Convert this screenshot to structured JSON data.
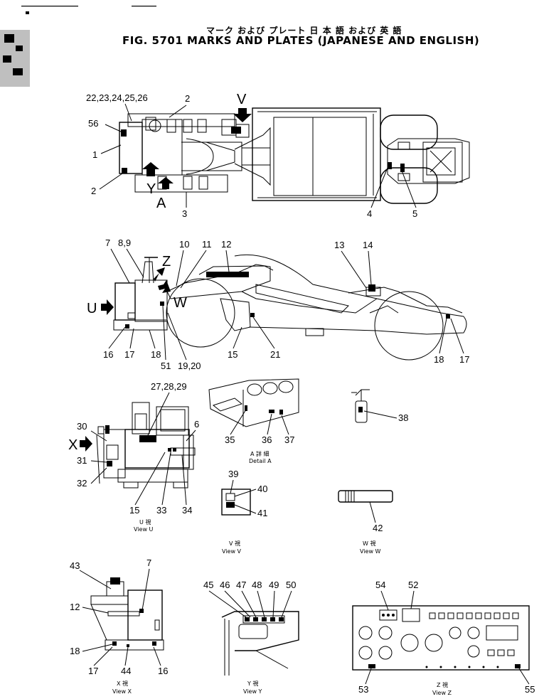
{
  "title": {
    "japanese": "マーク および プレート  日 本 語  および  英 語",
    "english": "FIG. 5701  MARKS AND PLATES (JAPANESE AND ENGLISH)"
  },
  "view_letters": {
    "V": "V",
    "Y": "Y",
    "A": "A",
    "Z": "Z",
    "U": "U",
    "W": "W",
    "X": "X"
  },
  "callouts": {
    "c22_26": "22,23,24,25,26",
    "c2a": "2",
    "c56": "56",
    "c1": "1",
    "c2b": "2",
    "c3": "3",
    "c4": "4",
    "c5": "5",
    "c7": "7",
    "c8_9": "8,9",
    "c10": "10",
    "c11": "11",
    "c12": "12",
    "c13": "13",
    "c14": "14",
    "c16": "16",
    "c17": "17",
    "c18": "18",
    "c51": "51",
    "c19_20": "19,20",
    "c15": "15",
    "c21": "21",
    "c18r": "18",
    "c17r": "17",
    "c27_29": "27,28,29",
    "c30": "30",
    "c6": "6",
    "c31": "31",
    "c32": "32",
    "c15u": "15",
    "c33": "33",
    "c34": "34",
    "c35": "35",
    "c36": "36",
    "c37": "37",
    "c38": "38",
    "c39": "39",
    "c40": "40",
    "c41": "41",
    "c42": "42",
    "c43": "43",
    "c7x": "7",
    "c12x": "12",
    "c18x": "18",
    "c17x": "17",
    "c44": "44",
    "c16x": "16",
    "c45": "45",
    "c46": "46",
    "c47": "47",
    "c48": "48",
    "c49": "49",
    "c50": "50",
    "c54": "54",
    "c52": "52",
    "c53": "53",
    "c55": "55"
  },
  "captions": {
    "detail_a_jp": "A 詳 細",
    "detail_a_en": "Detail A",
    "view_u_jp": "U  視",
    "view_u_en": "View U",
    "view_v_jp": "V  視",
    "view_v_en": "View V",
    "view_w_jp": "W  視",
    "view_w_en": "View W",
    "view_x_jp": "X  視",
    "view_x_en": "View X",
    "view_y_jp": "Y  視",
    "view_y_en": "View Y",
    "view_z_jp": "Z  視",
    "view_z_en": "View Z"
  },
  "icons": [
    "arrow-marker-icon"
  ]
}
